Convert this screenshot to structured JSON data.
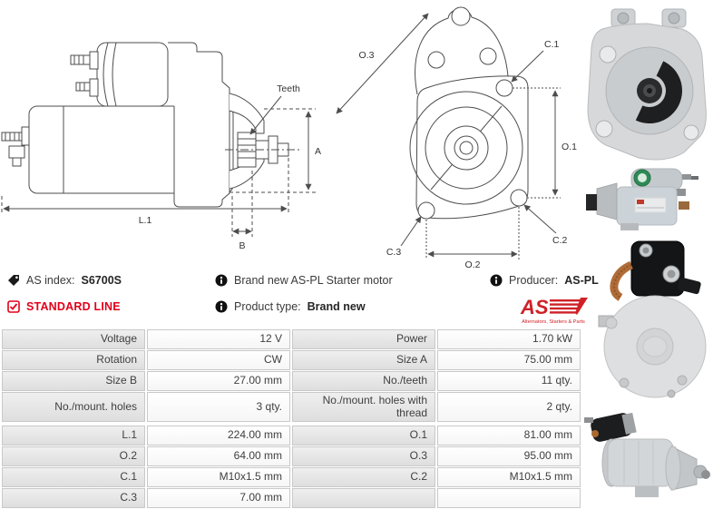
{
  "info": {
    "as_index": {
      "label": "AS index:",
      "value": "S6700S"
    },
    "standard_line": "STANDARD LINE",
    "description": "Brand new AS-PL Starter motor",
    "product_type": {
      "label": "Product type:",
      "value": "Brand new"
    },
    "producer": {
      "label": "Producer:",
      "value": "AS-PL"
    },
    "logo": {
      "text": "AS",
      "tagline": "Alternators, Starters & Parts"
    }
  },
  "drawings": {
    "side_view": {
      "teeth": "Teeth",
      "dim_a": "A",
      "dim_l1": "L.1",
      "dim_b": "B"
    },
    "front_view": {
      "dim_o3": "O.3",
      "dim_c1": "C.1",
      "dim_o1": "O.1",
      "dim_c2": "C.2",
      "dim_c3": "C.3",
      "dim_o2": "O.2"
    }
  },
  "photos": {
    "photo1": "starter-front-view-photo",
    "photo2": "starter-side-view-photo",
    "photo3": "starter-rear-solenoid-photo",
    "photo4": "starter-angled-view-photo"
  },
  "spec_table": {
    "left": [
      {
        "label": "Voltage",
        "value": "12 V"
      },
      {
        "label": "Rotation",
        "value": "CW"
      },
      {
        "label": "Size B",
        "value": "27.00 mm"
      },
      {
        "label": "No./mount. holes",
        "value": "3 qty."
      },
      {
        "label": "L.1",
        "value": "224.00 mm"
      },
      {
        "label": "O.2",
        "value": "64.00 mm"
      },
      {
        "label": "C.1",
        "value": "M10x1.5 mm"
      },
      {
        "label": "C.3",
        "value": "7.00 mm"
      }
    ],
    "right": [
      {
        "label": "Power",
        "value": "1.70 kW"
      },
      {
        "label": "Size A",
        "value": "75.00 mm"
      },
      {
        "label": "No./teeth",
        "value": "11 qty."
      },
      {
        "label": "No./mount. holes with thread",
        "value": "2 qty."
      },
      {
        "label": "O.1",
        "value": "81.00 mm"
      },
      {
        "label": "O.3",
        "value": "95.00 mm"
      },
      {
        "label": "C.2",
        "value": "M10x1.5 mm"
      },
      {
        "label": "",
        "value": ""
      }
    ]
  },
  "colors": {
    "accent_red": "#e2001a",
    "drawing_line": "#4d4d4d",
    "label_cell_bg": "#e3e3e3",
    "value_cell_bg": "#fafafa"
  }
}
